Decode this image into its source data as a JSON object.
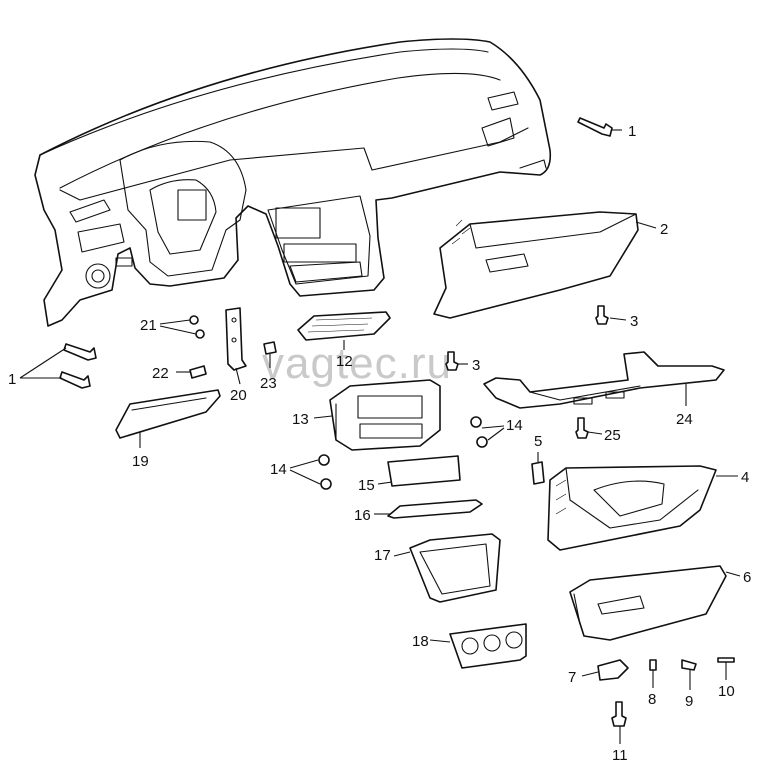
{
  "watermark": "vagtec.ru",
  "callouts": {
    "c1a": "1",
    "c1b": "1",
    "c2": "2",
    "c3a": "3",
    "c3b": "3",
    "c4": "4",
    "c5": "5",
    "c6": "6",
    "c7": "7",
    "c8": "8",
    "c9": "9",
    "c10": "10",
    "c11": "11",
    "c12": "12",
    "c13": "13",
    "c14a": "14",
    "c14b": "14",
    "c15": "15",
    "c16": "16",
    "c17": "17",
    "c18": "18",
    "c19": "19",
    "c20": "20",
    "c21": "21",
    "c22": "22",
    "c23": "23",
    "c24": "24",
    "c25": "25"
  },
  "colors": {
    "line": "#111111",
    "background": "#ffffff",
    "watermark": "#c9c9c9"
  }
}
